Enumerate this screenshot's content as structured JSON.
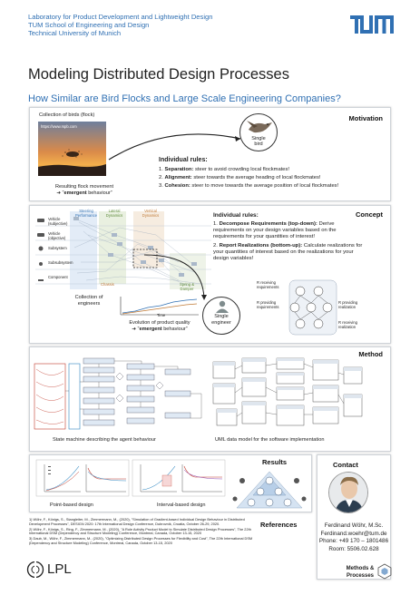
{
  "header": {
    "line1": "Laboratory for Product Development and Lightweight Design",
    "line2": "TUM School of Engineering and Design",
    "line3": "Technical University of Munich",
    "logo": "TUM"
  },
  "title": "Modeling Distributed Design Processes",
  "subtitle": "How Similar are Bird Flocks and Large Scale Engineering Companies?",
  "motivation": {
    "heading": "Motivation",
    "collection_label": "Collection of birds (flock)",
    "single_bird": [
      "Single",
      "bird"
    ],
    "flock_caption": "Resulting flock movement",
    "emergent_prefix": "➔ “",
    "emergent_bold": "emergent",
    "emergent_suffix": " behaviour”",
    "rules_title": "Individual rules:",
    "rules": [
      {
        "num": "1.",
        "bold": "Separation:",
        "text": " steer to avoid crowding local flockmates!"
      },
      {
        "num": "2.",
        "bold": "Alignment:",
        "text": " steer towards the average heading of local flockmates!"
      },
      {
        "num": "3.",
        "bold": "Cohesion:",
        "text": " steer to move towards the average position of local flockmates!"
      }
    ]
  },
  "concept": {
    "heading": "Concept",
    "rules_title": "Individual rules:",
    "rules": [
      {
        "num": "1.",
        "bold": "Decompose Requirements (top-down):",
        "text": " Derive requirements on your design variables based on the requirements for your quantities of interest!"
      },
      {
        "num": "2.",
        "bold": "Report Realizations (bottom-up):",
        "text": " Calculate realizations for your quantities of interest based on the realizations for your design variables!"
      }
    ],
    "collection_engineers": [
      "Collection of",
      "engineers"
    ],
    "single_engineer": [
      "Single",
      "engineer"
    ],
    "evolution_caption": "Evolution of product quality",
    "emergent_prefix": "➔ “",
    "emergent_bold": "emergent",
    "emergent_suffix": " behaviour”",
    "row_labels": [
      "Vehicle (subjective)",
      "Vehicle (objective)",
      "Subsystem",
      "Subsubsystem",
      "Component"
    ],
    "col_labels": [
      "Steering Performance",
      "Lateral Dynamics",
      "Vertical Dynamics",
      "Chassis",
      "Spring & Damper"
    ],
    "time_label": "Time",
    "diagram_labels": [
      "R receiving requirements",
      "R providing requirements",
      "R providing realization",
      "R receiving realization"
    ]
  },
  "method": {
    "heading": "Method",
    "state_caption": "State machine describing the agent behaviour",
    "uml_caption": "UML data model for the software implementation"
  },
  "results": {
    "heading": "Results",
    "point_caption": "Point-based design",
    "interval_caption": "Interval-based design"
  },
  "contact": {
    "heading": "Contact",
    "name": "Ferdinand Wöhr, M.Sc.",
    "email": "Ferdinand.woehr@tum.de",
    "phone": "Phone: +49 170 – 1801486",
    "room": "Room: 5506.02.628"
  },
  "references": {
    "heading": "References",
    "items": [
      "1)    Wöhr, F., Königs, S., Stangleiter, M., Zimmermann, M., (2020), \"Simulation of Gradient-based Individual Design Behaviour in Distributed Development Processes\", DESIGN 2020: 17th International Design Conference, Dubrovnik, Croatia, October 26-29, 2020.",
      "2)    Wöhr, F., Königs, S., Ring, F., Zimmermann, M., (2020), \"A Role Activity Product Model to Simulate Distributed Design Processes\", The 22th International DSM (Dependency and Structure Modeling) Conference, Montreal, Canada, October 13-15, 2020",
      "3)    Daub, M., Wöhr, F., Zimmermann, M., (2020), \"Optimizing Distributed Design Processes for Flexibility and Cost\", The 22th International DSM (Dependency and Structure Modeling) Conference, Montreal, Canada, October 13-15, 2020"
    ]
  },
  "footer": {
    "logo": "LPL",
    "tag_line1": "Methods &",
    "tag_line2": "Processes"
  }
}
